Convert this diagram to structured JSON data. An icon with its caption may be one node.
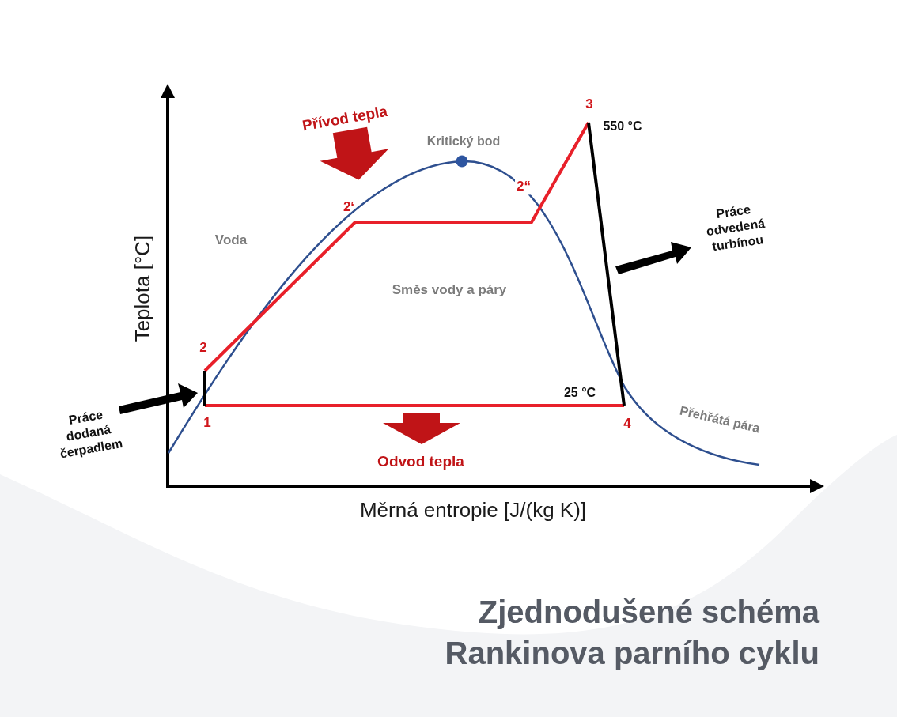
{
  "diagram": {
    "title": "Zjednodušené schéma Rankinova parního cyklu",
    "labels": [
      "Přívod tepla",
      "3",
      "550 °C",
      "Kritický bod",
      "2‘",
      "2“",
      "Voda",
      "Práce odvedená turbínou",
      "Teplota [°C]",
      "Směs vody a páry",
      "2",
      "Práce dodaná čerpadlem",
      "25 °C",
      "1",
      "4",
      "Přehřátá pára",
      "Odvod tepla",
      "Měrná entropie [J/(kg K)]"
    ]
  }
}
